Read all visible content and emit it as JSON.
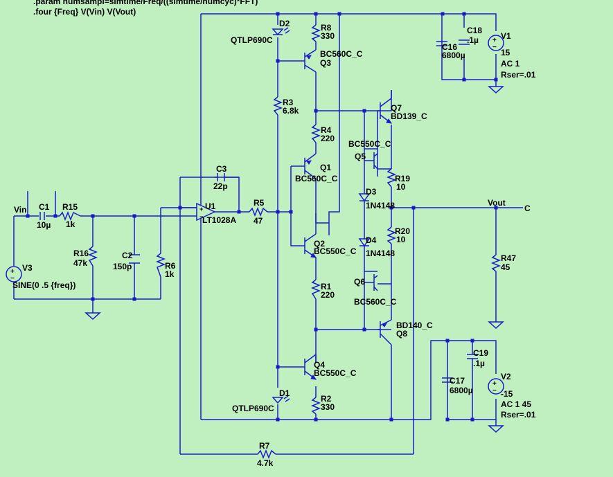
{
  "directives": [
    ".param numsampl=simtime/Freq/((simtime/numcyc)*FFT)",
    ".four {Freq} V(Vin) V(Vout)"
  ],
  "nets": {
    "vin": "Vin",
    "vout": "Vout",
    "out_port": "C"
  },
  "components": {
    "C1": {
      "name": "C1",
      "value": "10µ"
    },
    "R15": {
      "name": "R15",
      "value": "1k"
    },
    "R16": {
      "name": "R16",
      "value": "47k"
    },
    "C2": {
      "name": "C2",
      "value": "150p"
    },
    "R6": {
      "name": "R6",
      "value": "1k"
    },
    "V3": {
      "name": "V3",
      "value": "SINE(0 .5 {freq})"
    },
    "C3": {
      "name": "C3",
      "value": "22p"
    },
    "U1": {
      "name": "U1",
      "value": "LT1028A"
    },
    "R5": {
      "name": "R5",
      "value": "47"
    },
    "R7": {
      "name": "R7",
      "value": "4.7k"
    },
    "D2": {
      "name": "D2",
      "value": "QTLP690C"
    },
    "D1": {
      "name": "D1",
      "value": "QTLP690C"
    },
    "R8": {
      "name": "R8",
      "value": "330"
    },
    "Q3": {
      "name": "Q3",
      "value": "BC560C_C"
    },
    "R3": {
      "name": "R3",
      "value": "6.8k"
    },
    "R4": {
      "name": "R4",
      "value": "220"
    },
    "Q1": {
      "name": "Q1",
      "value": "BC560C_C"
    },
    "Q2": {
      "name": "Q2",
      "value": "BC550C_C"
    },
    "R1": {
      "name": "R1",
      "value": "220"
    },
    "Q4": {
      "name": "Q4",
      "value": "BC550C_C"
    },
    "R2": {
      "name": "R2",
      "value": "330"
    },
    "Q7": {
      "name": "Q7",
      "value": "BD139_C"
    },
    "Q5": {
      "name": "Q5",
      "value": "BC550C_C"
    },
    "D3": {
      "name": "D3",
      "value": "1N4148"
    },
    "D4": {
      "name": "D4",
      "value": "1N4148"
    },
    "R19": {
      "name": "R19",
      "value": "10"
    },
    "R20": {
      "name": "R20",
      "value": "10"
    },
    "Q6": {
      "name": "Q6",
      "value": "BC560C_C"
    },
    "Q8": {
      "name": "Q8",
      "value": "BD140_C"
    },
    "R47": {
      "name": "R47",
      "value": "45"
    },
    "C16": {
      "name": "C16",
      "value": "6800µ"
    },
    "C18": {
      "name": "C18",
      "value": ".1µ"
    },
    "V1": {
      "name": "V1",
      "value": "15",
      "line2": "AC 1",
      "line3": "Rser=.01"
    },
    "C17": {
      "name": "C17",
      "value": "6800µ"
    },
    "C19": {
      "name": "C19",
      "value": ".1µ"
    },
    "V2": {
      "name": "V2",
      "value": "-15",
      "line2": "AC 1 45",
      "line3": "Rser=.01"
    }
  }
}
